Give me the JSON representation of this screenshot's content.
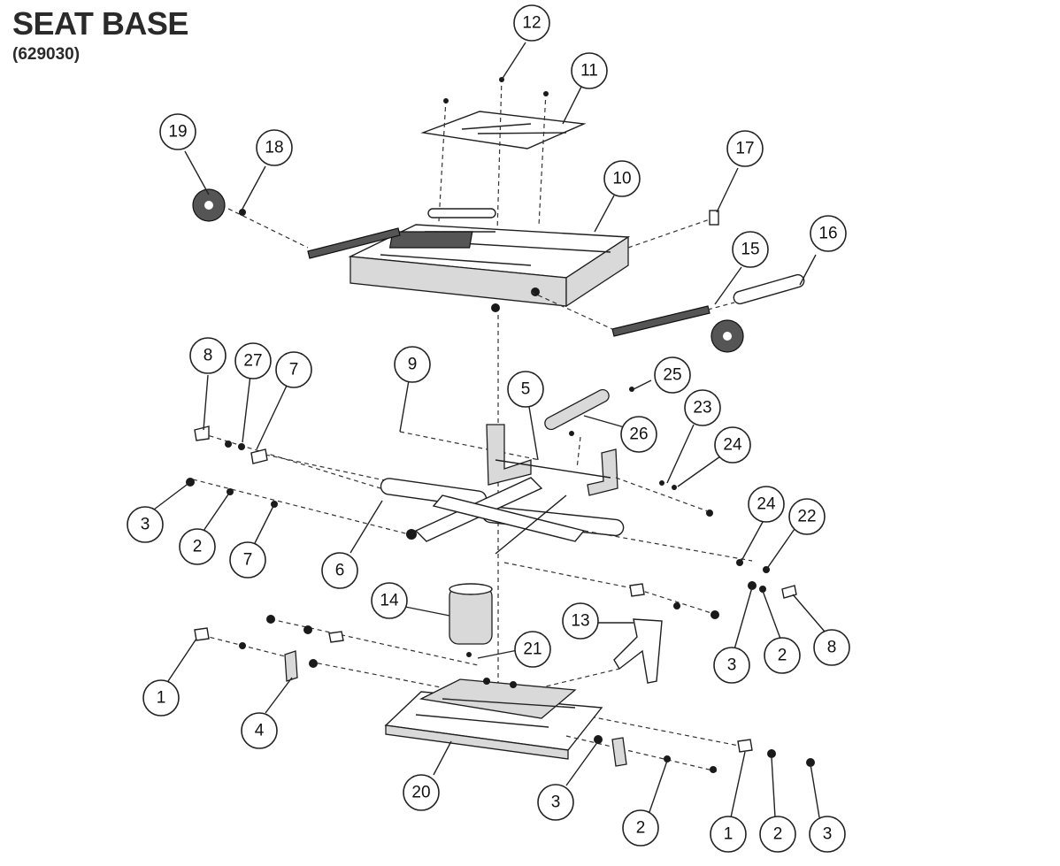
{
  "header": {
    "title": "SEAT BASE",
    "part_number": "(629030)"
  },
  "callouts": [
    {
      "id": "c12",
      "label": "12"
    },
    {
      "id": "c11",
      "label": "11"
    },
    {
      "id": "c19",
      "label": "19"
    },
    {
      "id": "c18",
      "label": "18"
    },
    {
      "id": "c17",
      "label": "17"
    },
    {
      "id": "c10",
      "label": "10"
    },
    {
      "id": "c16",
      "label": "16"
    },
    {
      "id": "c15",
      "label": "15"
    },
    {
      "id": "c8a",
      "label": "8"
    },
    {
      "id": "c27",
      "label": "27"
    },
    {
      "id": "c7a",
      "label": "7"
    },
    {
      "id": "c9",
      "label": "9"
    },
    {
      "id": "c25",
      "label": "25"
    },
    {
      "id": "c5",
      "label": "5"
    },
    {
      "id": "c23",
      "label": "23"
    },
    {
      "id": "c26",
      "label": "26"
    },
    {
      "id": "c24a",
      "label": "24"
    },
    {
      "id": "c3a",
      "label": "3"
    },
    {
      "id": "c2a",
      "label": "2"
    },
    {
      "id": "c7b",
      "label": "7"
    },
    {
      "id": "c6",
      "label": "6"
    },
    {
      "id": "c24b",
      "label": "24"
    },
    {
      "id": "c22",
      "label": "22"
    },
    {
      "id": "c14",
      "label": "14"
    },
    {
      "id": "c13",
      "label": "13"
    },
    {
      "id": "c8b",
      "label": "8"
    },
    {
      "id": "c21",
      "label": "21"
    },
    {
      "id": "c3b",
      "label": "3"
    },
    {
      "id": "c2b",
      "label": "2"
    },
    {
      "id": "c1a",
      "label": "1"
    },
    {
      "id": "c4",
      "label": "4"
    },
    {
      "id": "c20",
      "label": "20"
    },
    {
      "id": "c3c",
      "label": "3"
    },
    {
      "id": "c2c",
      "label": "2"
    },
    {
      "id": "c1b",
      "label": "1"
    },
    {
      "id": "c2d",
      "label": "2"
    },
    {
      "id": "c3d",
      "label": "3"
    }
  ]
}
